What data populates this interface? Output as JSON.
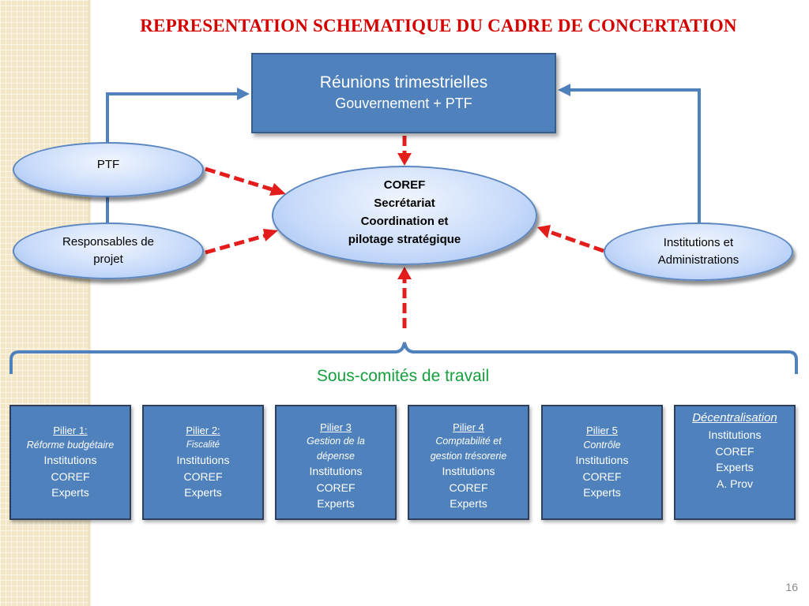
{
  "title": "REPRESENTATION SCHEMATIQUE DU CADRE DE CONCERTATION",
  "top_box": {
    "line1": "Réunions trimestrielles",
    "line2": "Gouvernement + PTF"
  },
  "nodes": {
    "ptf": "PTF",
    "responsables": {
      "line1": "Responsables de",
      "line2": "projet"
    },
    "coref": {
      "line1": "COREF",
      "line2": "Secrétariat",
      "line3": "Coordination et",
      "line4": "pilotage stratégique"
    },
    "institutions": {
      "line1": "Institutions et",
      "line2": "Administrations"
    }
  },
  "subtitle": "Sous-comités de travail",
  "pillars": [
    {
      "head": "Pilier 1:",
      "sub": "Réforme budgétaire",
      "items": [
        "Institutions",
        "COREF",
        "Experts"
      ]
    },
    {
      "head": "Pilier 2:",
      "sub": "Fiscalité",
      "items": [
        "Institutions",
        "COREF",
        "Experts"
      ]
    },
    {
      "head": "Pilier 3",
      "sub": [
        "Gestion de la",
        "dépense"
      ],
      "items": [
        "Institutions",
        "COREF",
        "Experts"
      ]
    },
    {
      "head": "Pilier 4",
      "sub": [
        "Comptabilité et",
        "gestion trésorerie"
      ],
      "items": [
        "Institutions",
        "COREF",
        "Experts"
      ]
    },
    {
      "head": "Pilier 5",
      "sub": "Contrôle",
      "items": [
        "Institutions",
        "COREF",
        "Experts"
      ]
    },
    {
      "head": "Décentralisation",
      "items": [
        "Institutions",
        "COREF",
        "Experts",
        "A. Prov"
      ]
    }
  ],
  "page_number": "16",
  "colors": {
    "title": "#d40000",
    "box_fill": "#4f81bd",
    "connector": "#4f81bd",
    "dashed_arrow": "#e31c1c",
    "subtitle": "#14a03c",
    "ellipse_fill": "#c7dafa"
  }
}
